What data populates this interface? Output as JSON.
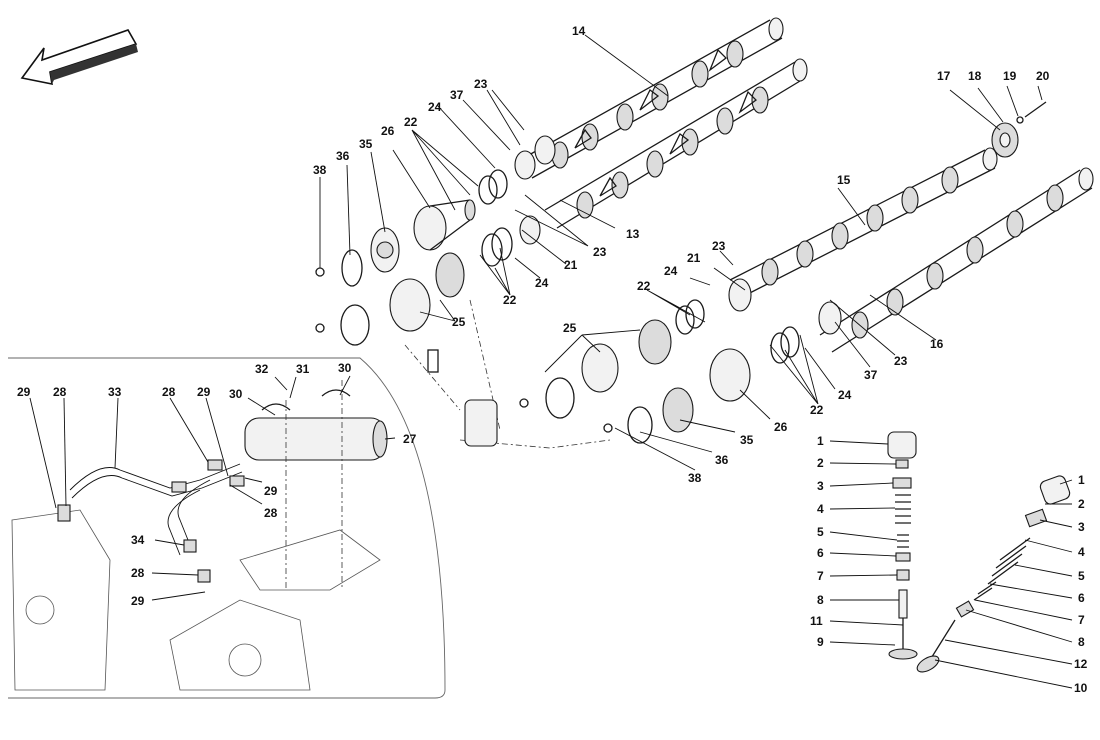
{
  "diagram": {
    "callouts": [
      {
        "id": "c14",
        "text": "14"
      },
      {
        "id": "c23a",
        "text": "23"
      },
      {
        "id": "c37a",
        "text": "37"
      },
      {
        "id": "c24a",
        "text": "24"
      },
      {
        "id": "c22a",
        "text": "22"
      },
      {
        "id": "c26a",
        "text": "26"
      },
      {
        "id": "c35a",
        "text": "35"
      },
      {
        "id": "c36a",
        "text": "36"
      },
      {
        "id": "c38a",
        "text": "38"
      },
      {
        "id": "c13",
        "text": "13"
      },
      {
        "id": "c23b",
        "text": "23"
      },
      {
        "id": "c21a",
        "text": "21"
      },
      {
        "id": "c24b",
        "text": "24"
      },
      {
        "id": "c22b",
        "text": "22"
      },
      {
        "id": "c25a",
        "text": "25"
      },
      {
        "id": "c17",
        "text": "17"
      },
      {
        "id": "c18",
        "text": "18"
      },
      {
        "id": "c19",
        "text": "19"
      },
      {
        "id": "c20",
        "text": "20"
      },
      {
        "id": "c15",
        "text": "15"
      },
      {
        "id": "c23c",
        "text": "23"
      },
      {
        "id": "c21b",
        "text": "21"
      },
      {
        "id": "c24c",
        "text": "24"
      },
      {
        "id": "c22c",
        "text": "22"
      },
      {
        "id": "c16",
        "text": "16"
      },
      {
        "id": "c23d",
        "text": "23"
      },
      {
        "id": "c25b",
        "text": "25"
      },
      {
        "id": "c37b",
        "text": "37"
      },
      {
        "id": "c24d",
        "text": "24"
      },
      {
        "id": "c22d",
        "text": "22"
      },
      {
        "id": "c26b",
        "text": "26"
      },
      {
        "id": "c35b",
        "text": "35"
      },
      {
        "id": "c36b",
        "text": "36"
      },
      {
        "id": "c38b",
        "text": "38"
      },
      {
        "id": "c32",
        "text": "32"
      },
      {
        "id": "c31",
        "text": "31"
      },
      {
        "id": "c30a",
        "text": "30"
      },
      {
        "id": "c30b",
        "text": "30"
      },
      {
        "id": "c29a",
        "text": "29"
      },
      {
        "id": "c28a",
        "text": "28"
      },
      {
        "id": "c33",
        "text": "33"
      },
      {
        "id": "c28b",
        "text": "28"
      },
      {
        "id": "c29b",
        "text": "29"
      },
      {
        "id": "c27",
        "text": "27"
      },
      {
        "id": "c29c",
        "text": "29"
      },
      {
        "id": "c28c",
        "text": "28"
      },
      {
        "id": "c34",
        "text": "34"
      },
      {
        "id": "c28d",
        "text": "28"
      },
      {
        "id": "c29d",
        "text": "29"
      },
      {
        "id": "cL1",
        "text": "1"
      },
      {
        "id": "cL2",
        "text": "2"
      },
      {
        "id": "cL3",
        "text": "3"
      },
      {
        "id": "cL4",
        "text": "4"
      },
      {
        "id": "cL5",
        "text": "5"
      },
      {
        "id": "cL6",
        "text": "6"
      },
      {
        "id": "cL7",
        "text": "7"
      },
      {
        "id": "cL8",
        "text": "8"
      },
      {
        "id": "cL11",
        "text": "11"
      },
      {
        "id": "cL9",
        "text": "9"
      },
      {
        "id": "cR1",
        "text": "1"
      },
      {
        "id": "cR2",
        "text": "2"
      },
      {
        "id": "cR3",
        "text": "3"
      },
      {
        "id": "cR4",
        "text": "4"
      },
      {
        "id": "cR5",
        "text": "5"
      },
      {
        "id": "cR6",
        "text": "6"
      },
      {
        "id": "cR7",
        "text": "7"
      },
      {
        "id": "cR8",
        "text": "8"
      },
      {
        "id": "cR12",
        "text": "12"
      },
      {
        "id": "cR10",
        "text": "10"
      }
    ]
  }
}
